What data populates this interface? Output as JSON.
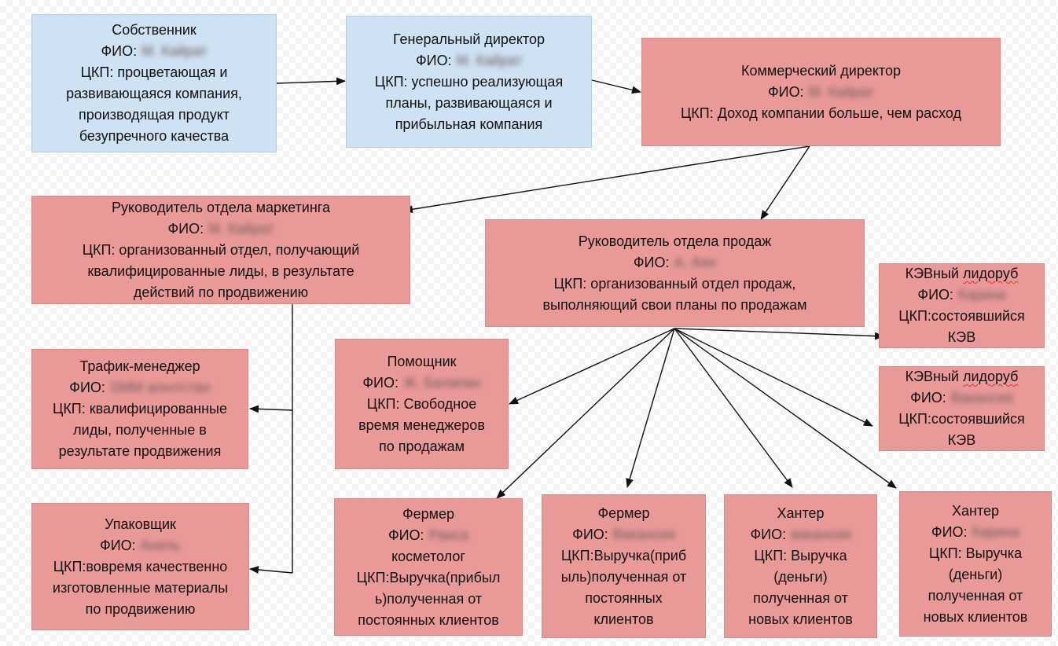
{
  "colors": {
    "blue_box": "#cfe2f3",
    "red_box": "#ea9999",
    "arrow": "#111111"
  },
  "boxes": {
    "owner": {
      "title": "Собственник",
      "fio_label": "ФИО:",
      "fio_value": "М. Кайрат",
      "ckp": [
        "ЦКП: процветающая и",
        "развивающаяся компания,",
        "производящая продукт",
        "безупречного качества"
      ]
    },
    "general_director": {
      "title": "Генеральный директор",
      "fio_label": "ФИО:",
      "fio_value": "М. Кайрат",
      "ckp": [
        "ЦКП: успешно реализующая",
        "планы, развивающаяся и",
        "прибыльная компания"
      ]
    },
    "commercial_director": {
      "title": "Коммерческий директор",
      "fio_label": "ФИО:",
      "fio_value": "М. Кайрат",
      "ckp": [
        "ЦКП: Доход компании больше, чем расход"
      ]
    },
    "marketing_head": {
      "title": "Руководитель отдела маркетинга",
      "fio_label": "ФИО:",
      "fio_value": "М. Кайрат",
      "ckp": [
        "ЦКП: организованный отдел, получающий",
        "квалифицированные лиды, в результате",
        "действий по продвижению"
      ]
    },
    "sales_head": {
      "title": "Руководитель отдела продаж",
      "fio_label": "ФИО:",
      "fio_value": "А. Аян",
      "ckp": [
        "ЦКП: организованный отдел продаж,",
        "выполняющий свои планы по продажам"
      ]
    },
    "traffic_manager": {
      "title": "Трафик-менеджер",
      "fio_label": "ФИО:",
      "fio_value": "SMM агентство",
      "ckp": [
        "ЦКП: квалифицированные",
        "лиды, полученные в",
        "результате продвижения"
      ]
    },
    "packer": {
      "title": "Упаковщик",
      "fio_label": "ФИО:",
      "fio_value": "Анель",
      "ckp": [
        "ЦКП:вовремя качественно",
        "изготовленные материалы",
        "по продвижению"
      ]
    },
    "assistant": {
      "title": "Помощник",
      "fio_label": "ФИО:",
      "fio_value": "Ж. Балапан",
      "ckp": [
        "ЦКП: Свободное",
        "время менеджеров",
        "по продажам"
      ]
    },
    "lead_hunter_1": {
      "title_prefix": "КЭВный ",
      "title_word": "лидоруб",
      "fio_label": "ФИО:",
      "fio_value": "Карина",
      "ckp": [
        "ЦКП:состоявшийся",
        "КЭВ"
      ]
    },
    "lead_hunter_2": {
      "title_prefix": "КЭВный ",
      "title_word": "лидоруб",
      "fio_label": "ФИО:",
      "fio_value": "Вакансия",
      "ckp": [
        "ЦКП:состоявшийся",
        "КЭВ"
      ]
    },
    "farmer_1": {
      "title": "Фермер",
      "fio_label": "ФИО:",
      "fio_value": "Раиса",
      "extra": "косметолог",
      "ckp": [
        "ЦКП:Выручка(прибыл",
        "ь)полученная от",
        "постоянных клиентов"
      ]
    },
    "farmer_2": {
      "title": "Фермер",
      "fio_label": "ФИО:",
      "fio_value": "Вакансия",
      "ckp": [
        "ЦКП:Выручка(приб",
        "ыль)полученная от",
        "постоянных",
        "клиентов"
      ]
    },
    "hunter_1": {
      "title": "Хантер",
      "fio_label": "ФИО:",
      "fio_value": "вакансия",
      "ckp": [
        "ЦКП: Выручка",
        "(деньги)",
        "полученная от",
        "новых клиентов"
      ]
    },
    "hunter_2": {
      "title": "Хантер",
      "fio_label": "ФИО:",
      "fio_value": "Карина",
      "ckp": [
        "ЦКП: Выручка",
        "(деньги)",
        "полученная от",
        "новых клиентов"
      ]
    }
  }
}
